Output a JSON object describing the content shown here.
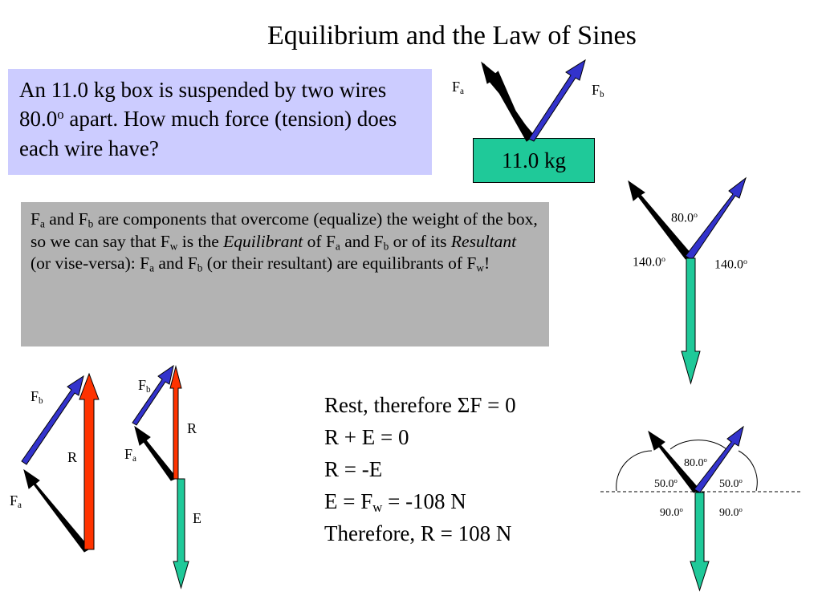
{
  "title": "Equilibrium and the Law of Sines",
  "question": "An 11.0 kg box is suspended by two wires 80.0° apart.  How much force (tension) does each wire have?",
  "question_parts": {
    "pre": "An 11.0 kg box is suspended by two wires 80.0",
    "sup": "o",
    "post": " apart.  How much force (tension) does each wire have?"
  },
  "explanation": {
    "p1": "F",
    "s1": "a",
    "p2": " and F",
    "s2": "b",
    "p3": " are components that overcome (equalize) the weight of the box, so we can say that F",
    "s3": "w",
    "p4": " is the ",
    "em1": "Equilibrant",
    "p5": "  of F",
    "s4": "a",
    "p6": " and F",
    "s5": "b",
    "p7": " or of its ",
    "em2": "Resultant",
    "p8": " (or vise-versa):  F",
    "s6": "a",
    "p9": " and F",
    "s7": "b",
    "p10": " (or their resultant) are equilibrants of F",
    "s8": "w",
    "p11": "!"
  },
  "mass_label": "11.0 kg",
  "labels": {
    "F": "F",
    "a": "a",
    "b": "b",
    "R": "R",
    "E": "E",
    "deg": "o"
  },
  "angles": {
    "a80": "80.0",
    "a140": "140.0",
    "a50": "50.0",
    "a90": "90.0"
  },
  "solution": {
    "line1": "Rest, therefore ΣF = 0",
    "line2": "R + E = 0",
    "line3": "R = -E",
    "line4_pre": "E = F",
    "line4_sub": "w",
    "line4_post": " = -108 N",
    "line5": "Therefore, R = 108 N"
  },
  "colors": {
    "question_bg": "#ccccff",
    "explanation_bg": "#b3b3b3",
    "box_fill": "#1fc999",
    "fa_black": "#000000",
    "fb_blue": "#3333cc",
    "resultant_red": "#ff3300",
    "weight_green": "#1fc999"
  }
}
